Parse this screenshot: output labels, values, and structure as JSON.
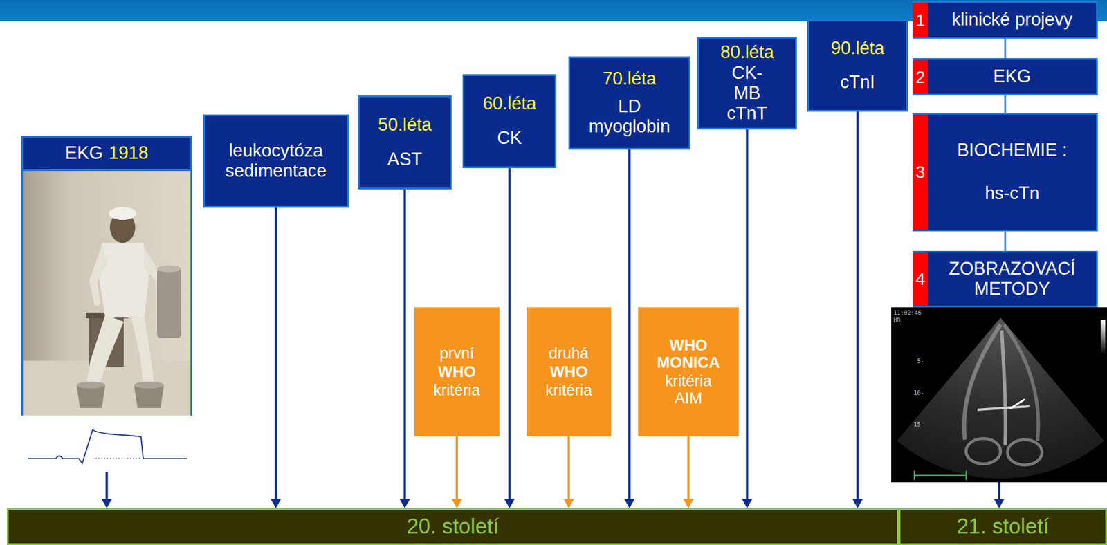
{
  "diagram": {
    "nodes": [
      {
        "text": [
          "EKG",
          "1918"
        ]
      },
      {
        "text": [
          "leukocytóza sedimentace"
        ]
      },
      {
        "text": [
          "50.léta",
          "AST"
        ]
      },
      {
        "text": [
          "60.léta",
          "CK"
        ]
      },
      {
        "text": [
          "70.léta",
          "LD myoglobin"
        ]
      },
      {
        "text": [
          "80.léta",
          "CK-MB cTnT"
        ]
      },
      {
        "text": [
          "90.léta",
          "cTnI"
        ]
      },
      {
        "text": [
          "první",
          "WHO",
          "kritéria"
        ]
      },
      {
        "text": [
          "druhá",
          "WHO",
          "kritéria"
        ]
      },
      {
        "text": [
          "WHO MONICA",
          "kritéria AIM"
        ]
      },
      {
        "text": [
          "1",
          "klinické projevy"
        ]
      },
      {
        "text": [
          "2",
          "EKG"
        ]
      },
      {
        "text": [
          "3",
          "BIOCHEMIE :",
          "hs-cTn"
        ]
      },
      {
        "text": [
          "4",
          "ZOBRAZOVACÍ METODY"
        ]
      },
      {
        "text": [
          "20. století"
        ]
      },
      {
        "text": [
          "21. století"
        ]
      }
    ],
    "edges": [
      {
        "from": 0,
        "to": 14,
        "arrow": "to"
      },
      {
        "from": 1,
        "to": 14,
        "arrow": "to"
      },
      {
        "from": 2,
        "to": 14,
        "arrow": "to"
      },
      {
        "from": 7,
        "to": 14,
        "arrow": "to"
      },
      {
        "from": 3,
        "to": 14,
        "arrow": "to"
      },
      {
        "from": 8,
        "to": 14,
        "arrow": "to"
      },
      {
        "from": 4,
        "to": 14,
        "arrow": "to"
      },
      {
        "from": 9,
        "to": 14,
        "arrow": "to"
      },
      {
        "from": 5,
        "to": 14,
        "arrow": "to"
      },
      {
        "from": 6,
        "to": 14,
        "arrow": "to"
      },
      {
        "from": 13,
        "to": 15,
        "arrow": "to"
      },
      {
        "from": 10,
        "to": 11,
        "arrow": "none"
      },
      {
        "from": 11,
        "to": 12,
        "arrow": "none"
      },
      {
        "from": 12,
        "to": 13,
        "arrow": "none"
      }
    ],
    "labels": [
      "11:02:46",
      "HD",
      "5-",
      "10-",
      "15-"
    ]
  }
}
